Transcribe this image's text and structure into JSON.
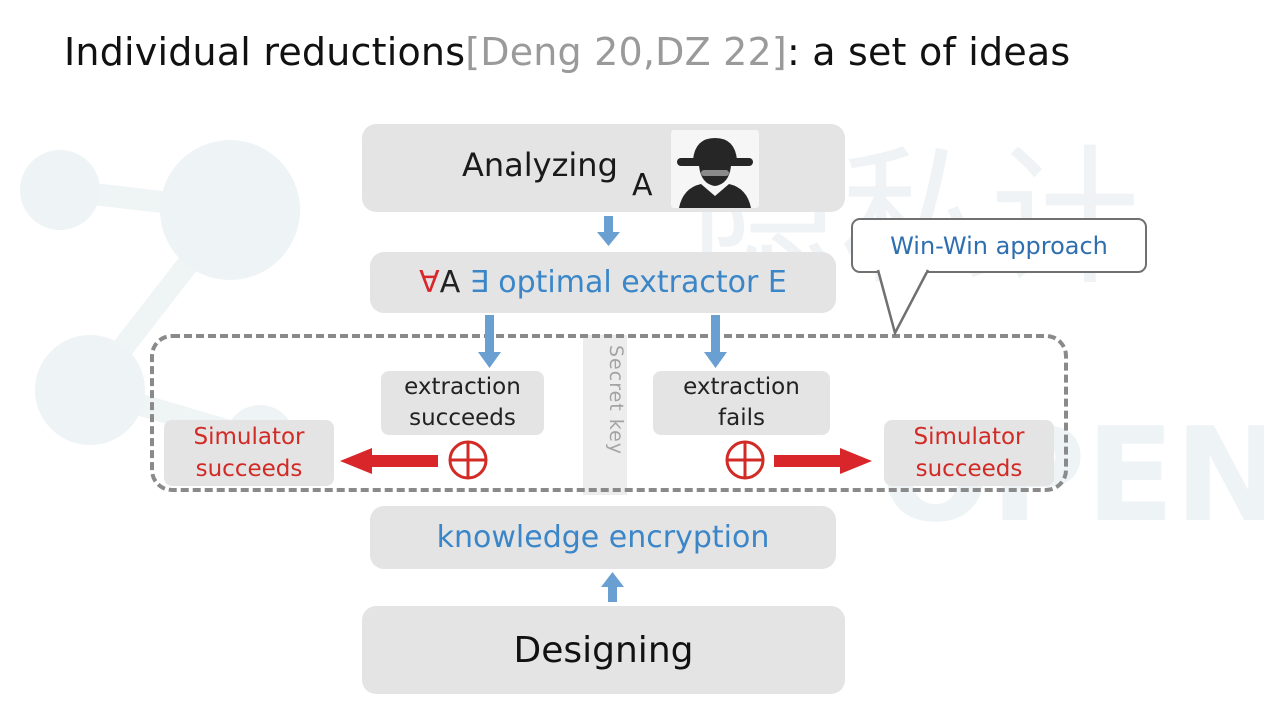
{
  "title": {
    "main": "Individual reductions",
    "citation": "[Deng 20,DZ 22]",
    "suffix": ": a set of ideas"
  },
  "analyzing": {
    "label": "Analyzing",
    "subscript": "A"
  },
  "extractor": {
    "forall": "∀",
    "agent": "A",
    "text": " ∃ optimal extractor E"
  },
  "callout": {
    "label": "Win-Win approach"
  },
  "secret": {
    "label": "Secret key"
  },
  "branches": {
    "success": {
      "line1": "extraction",
      "line2": "succeeds"
    },
    "failure": {
      "line1": "extraction",
      "line2": "fails"
    }
  },
  "simulator": {
    "left": {
      "line1": "Simulator",
      "line2": "succeeds"
    },
    "right": {
      "line1": "Simulator",
      "line2": "succeeds"
    }
  },
  "xor_symbol": "⊕",
  "knowledge": {
    "label": "knowledge encryption"
  },
  "designing": {
    "label": "Designing"
  },
  "watermark": {
    "chars": "隐私计",
    "latin": "OPEN"
  },
  "colors": {
    "blue_text": "#3a86c8",
    "arrow_blue": "#6a9fd2",
    "red": "#d22a25",
    "box_gray": "#e4e4e4",
    "dash_gray": "#8a8a8a"
  },
  "icons": [
    "spy-agent-icon",
    "xor-circle-icon",
    "down-arrow-icon",
    "up-arrow-icon",
    "red-arrow-left-icon",
    "red-arrow-right-icon"
  ]
}
